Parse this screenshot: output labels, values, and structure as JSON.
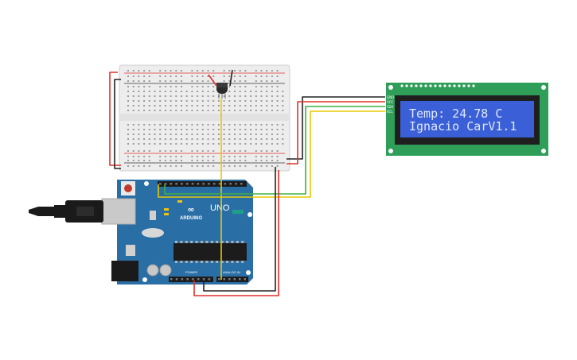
{
  "lcd": {
    "line1": "Temp: 24.78 C",
    "line2": "Ignacio CarV1.1",
    "pin_labels": [
      "GND",
      "VCC",
      "SDA",
      "SCL"
    ]
  },
  "arduino": {
    "brand": "ARDUINO",
    "model": "UNO",
    "power_label": "POWER",
    "analog_label": "ANALOG IN"
  },
  "colors": {
    "board_blue": "#2a6ea6",
    "lcd_green": "#2e9e58",
    "lcd_screen": "#3b5fd6",
    "wire_red": "#e0302a",
    "wire_black": "#222222",
    "wire_green": "#3cb043",
    "wire_yellow": "#e8c900",
    "breadboard": "#eeeeee"
  }
}
